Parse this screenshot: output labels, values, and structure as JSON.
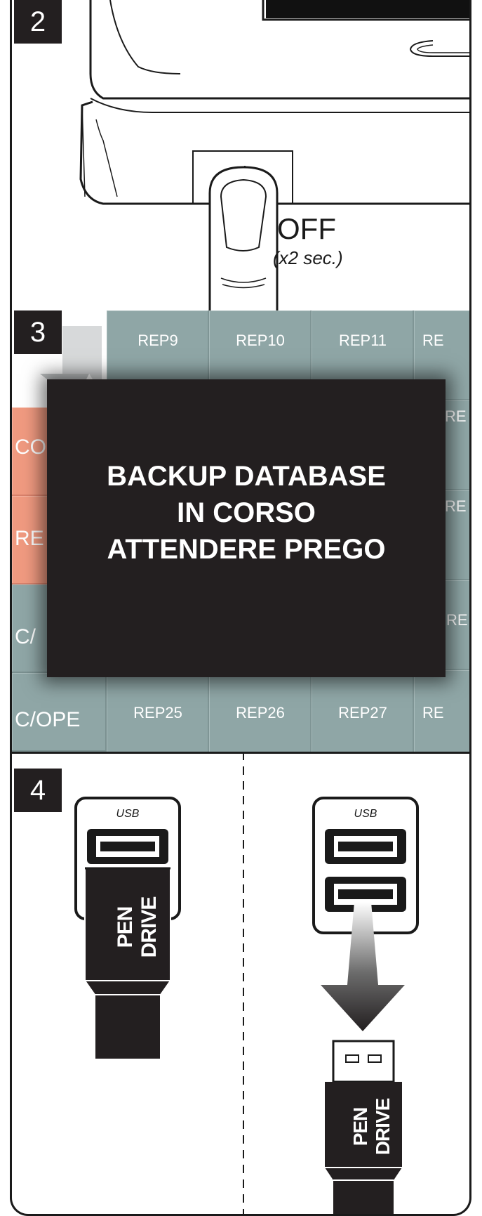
{
  "step2": {
    "number": "2",
    "state_label": "OFF",
    "duration_label": "(x2 sec.)"
  },
  "step3": {
    "number": "3",
    "top_row": [
      "REP9",
      "REP10",
      "REP11",
      "RE"
    ],
    "bottom_row": [
      "REP25",
      "REP26",
      "REP27",
      "RE"
    ],
    "right_cut": [
      "RE",
      "RE",
      "RE"
    ],
    "left_keys": [
      "CO",
      "RE",
      "C/",
      "C/OPE"
    ],
    "left_key_colors": [
      "#f09a80",
      "#f09a80",
      "#8fa6a6",
      "#8fa6a6"
    ],
    "dialog": {
      "line1": "BACKUP DATABASE",
      "line2": "IN CORSO",
      "line3": "ATTENDERE PREGO"
    }
  },
  "step4": {
    "number": "4",
    "left": {
      "port_label": "USB",
      "drive_label": "PEN DRIVE"
    },
    "right": {
      "port_label": "USB",
      "drive_label": "PEN DRIVE"
    }
  }
}
